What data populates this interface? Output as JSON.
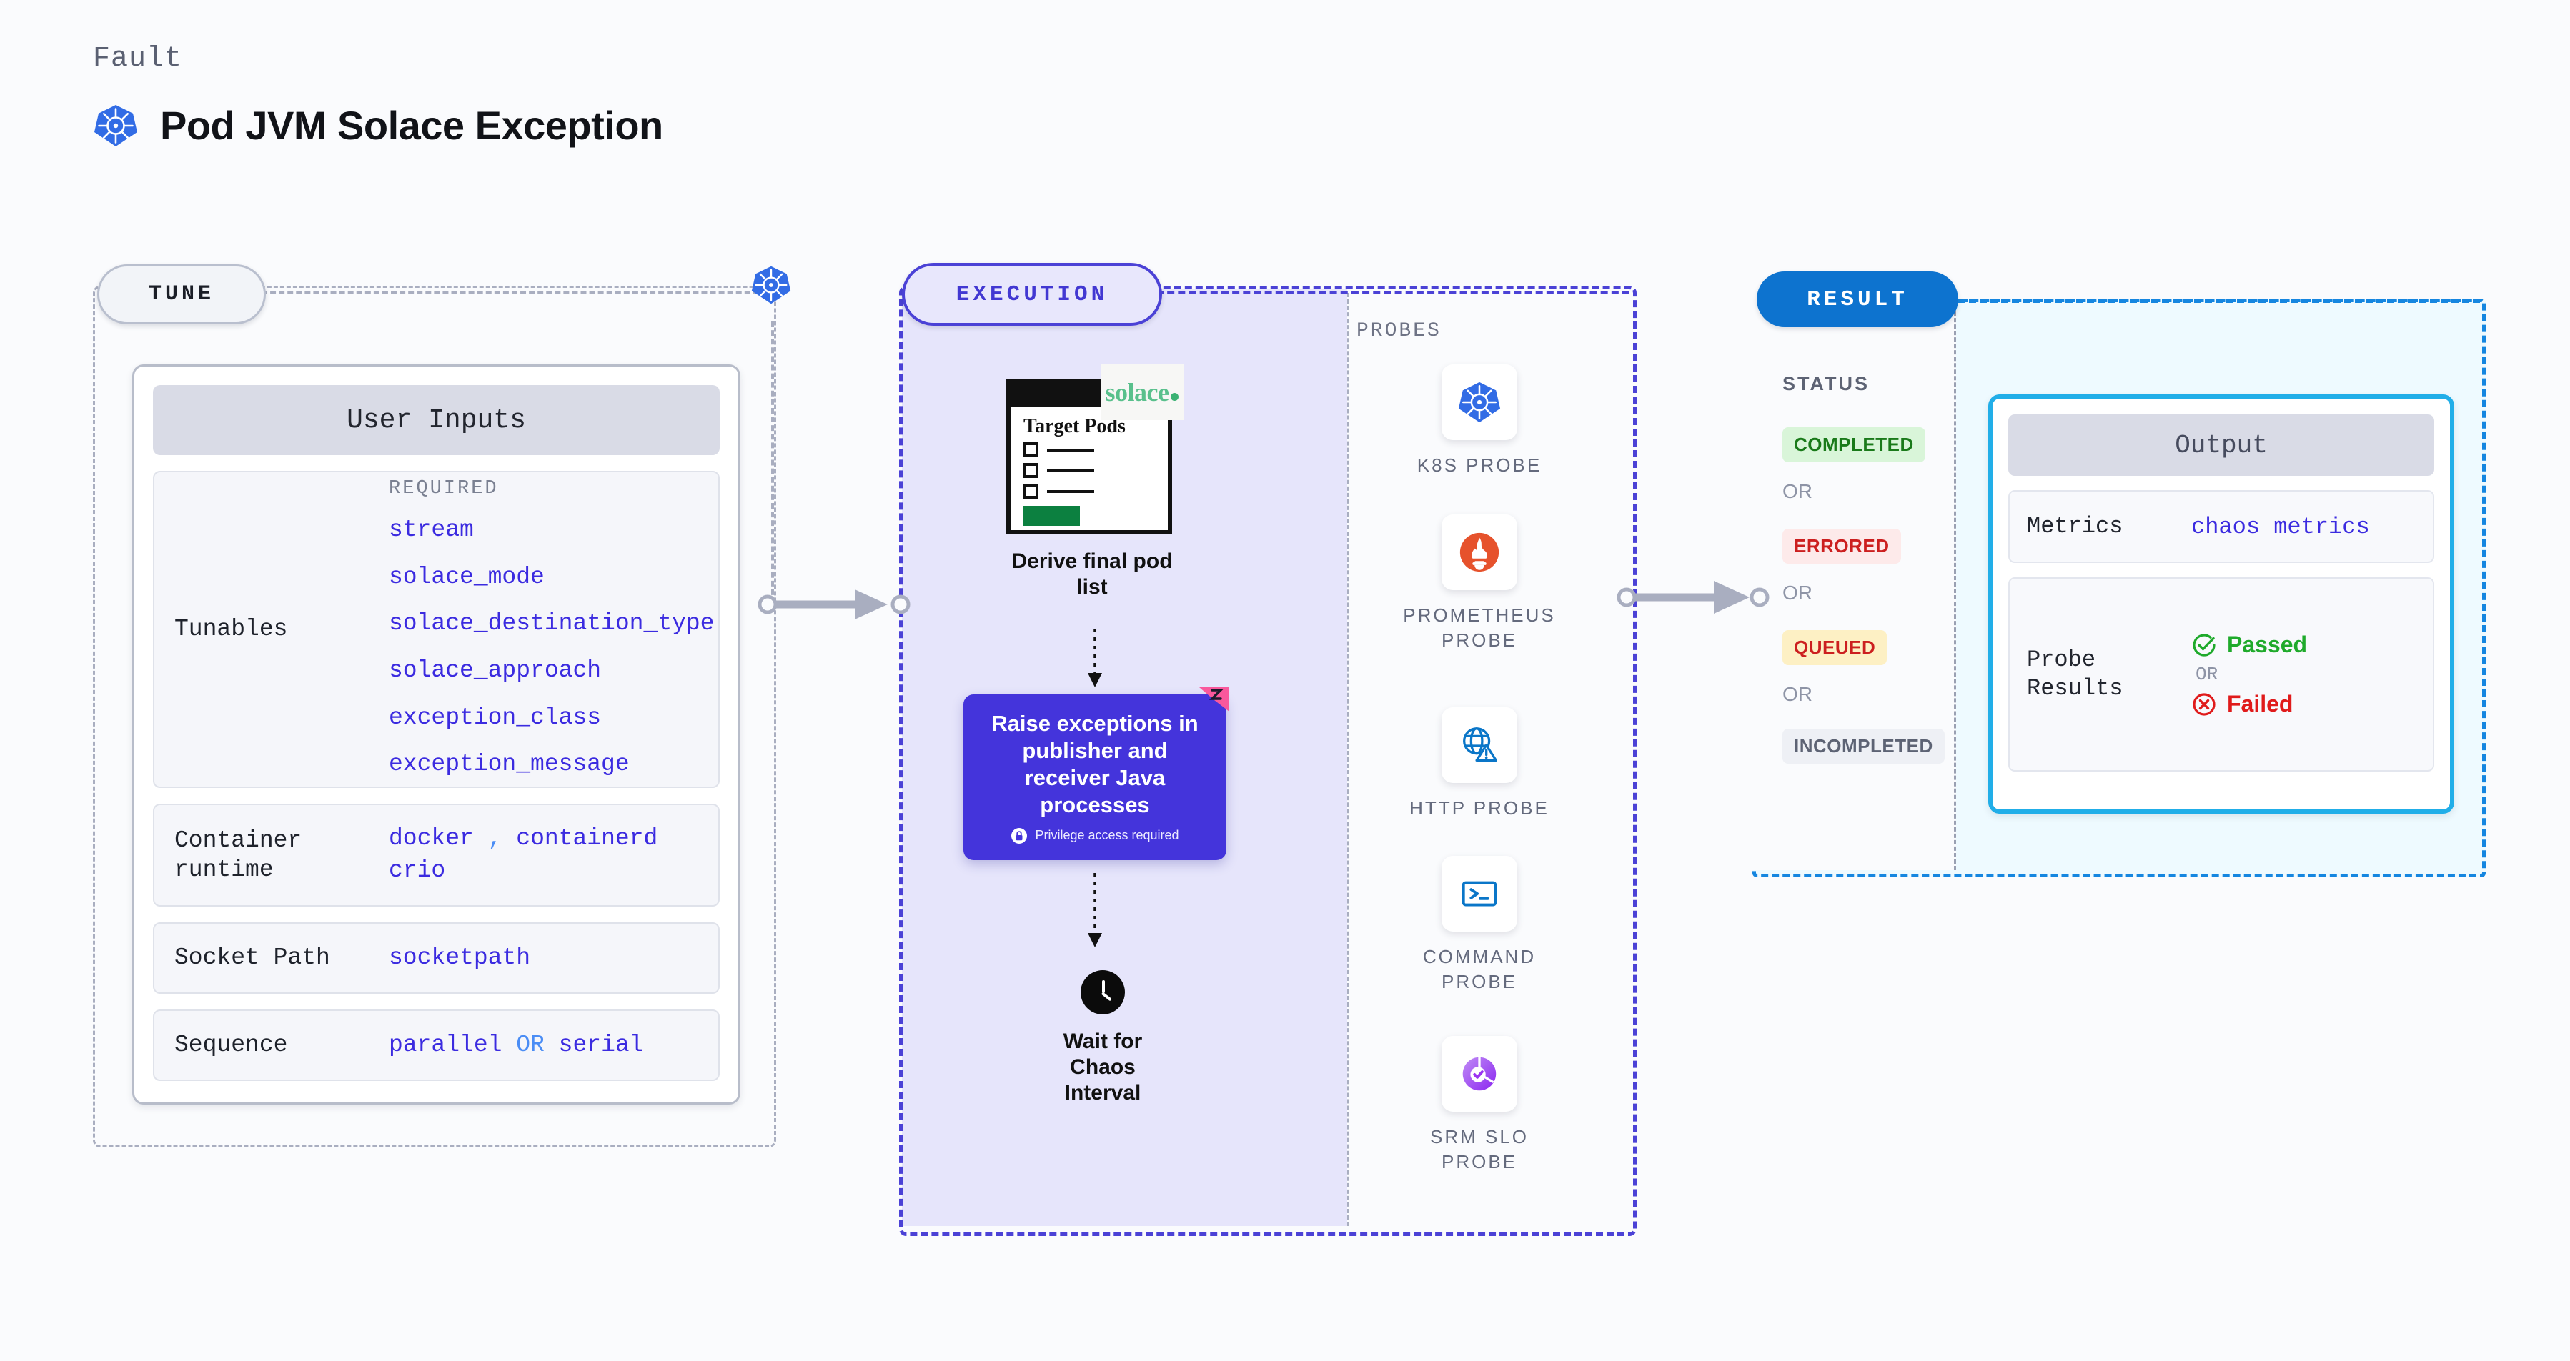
{
  "header": {
    "eyebrow": "Fault",
    "title": "Pod JVM Solace Exception",
    "icon": "kubernetes-icon"
  },
  "tune": {
    "pill_label": "TUNE",
    "card_title": "User Inputs",
    "rows": [
      {
        "label": "Tunables",
        "required_heading": "REQUIRED",
        "values": [
          "stream",
          "solace_mode",
          "solace_destination_type",
          "solace_approach",
          "exception_class",
          "exception_message"
        ]
      },
      {
        "label": "Container runtime",
        "values": [
          "docker",
          "containerd",
          "crio"
        ],
        "separator": ","
      },
      {
        "label": "Socket Path",
        "values": [
          "socketpath"
        ]
      },
      {
        "label": "Sequence",
        "values": [
          "parallel",
          "serial"
        ],
        "separator": "OR"
      }
    ]
  },
  "execution": {
    "pill_label": "EXECUTION",
    "steps": [
      {
        "name": "derive-pod-list",
        "card_title": "Target Pods",
        "badge_text": "solace",
        "caption": "Derive final pod list"
      },
      {
        "name": "raise-exceptions",
        "caption": "Raise exceptions in publisher and receiver Java processes",
        "note": "Privilege access required",
        "note_icon": "lock-icon"
      },
      {
        "name": "wait-chaos-interval",
        "caption": "Wait for Chaos Interval",
        "icon": "clock-icon"
      }
    ],
    "probes": {
      "heading": "PROBES",
      "items": [
        {
          "label": "K8S PROBE",
          "icon": "kubernetes-icon"
        },
        {
          "label": "PROMETHEUS PROBE",
          "icon": "prometheus-icon"
        },
        {
          "label": "HTTP PROBE",
          "icon": "globe-warning-icon"
        },
        {
          "label": "COMMAND PROBE",
          "icon": "terminal-icon"
        },
        {
          "label": "SRM SLO PROBE",
          "icon": "slo-donut-check-icon"
        }
      ]
    }
  },
  "result": {
    "pill_label": "RESULT",
    "status_heading": "STATUS",
    "or_label": "OR",
    "statuses": [
      {
        "label": "COMPLETED",
        "color": "#1a7a1a",
        "bg": "#d9f5d9"
      },
      {
        "label": "ERRORED",
        "color": "#cc1f1f",
        "bg": "#fdeaea"
      },
      {
        "label": "QUEUED",
        "color": "#cc1f1f",
        "bg": "#fdf0c4"
      },
      {
        "label": "INCOMPLETED",
        "color": "#5d6374",
        "bg": "#eef0f5"
      }
    ],
    "output": {
      "title": "Output",
      "metrics_label": "Metrics",
      "metrics_value": "chaos metrics",
      "probe_results_label": "Probe Results",
      "passed_label": "Passed",
      "failed_label": "Failed",
      "or_label": "OR",
      "passed_color": "#1faa2b",
      "failed_color": "#e01b1b"
    }
  },
  "colors": {
    "tune_accent": "#b9bfce",
    "exec_accent": "#4b42d6",
    "result_accent": "#0d73cf",
    "output_accent": "#21aee8",
    "value_blue": "#3b2be0"
  }
}
